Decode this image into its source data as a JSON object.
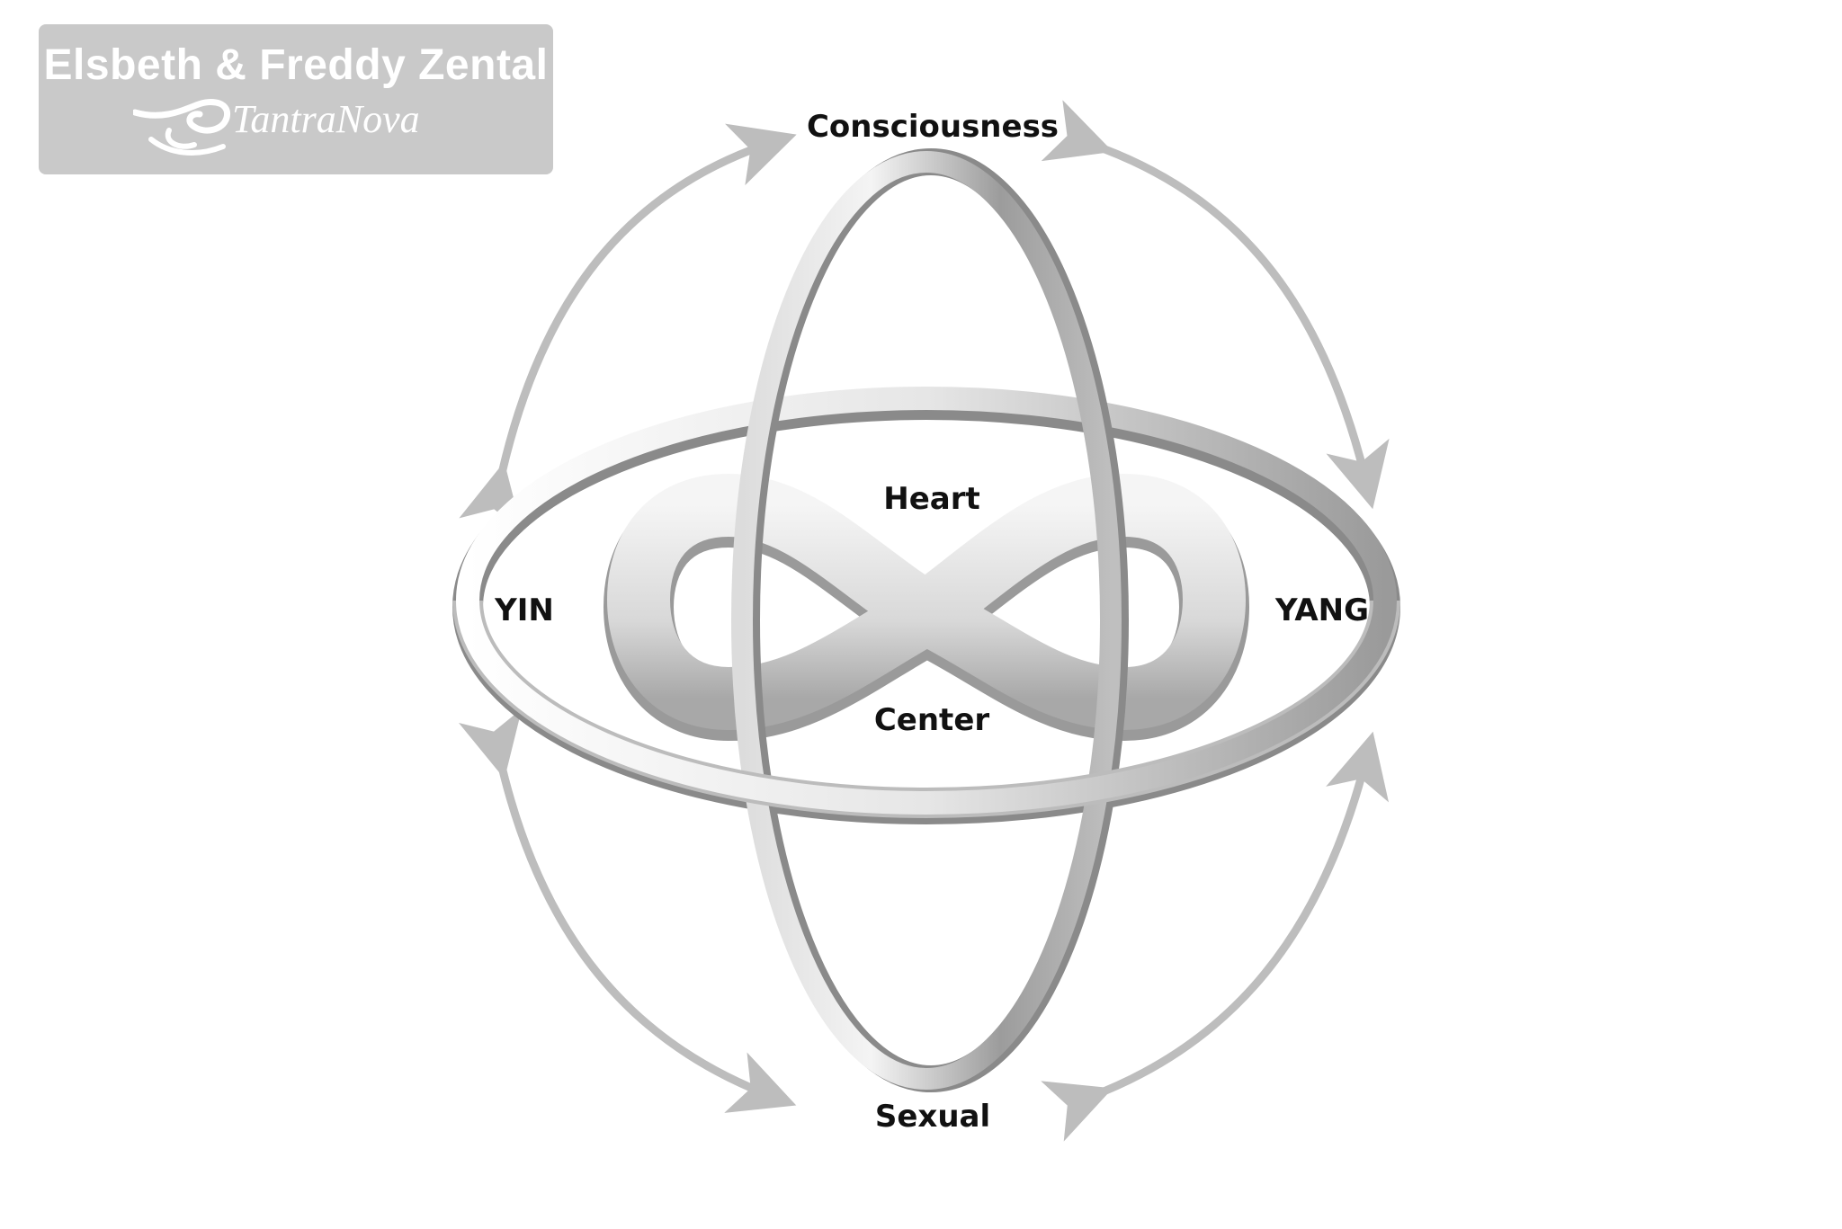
{
  "brand": {
    "title": "Elsbeth & Freddy Zental",
    "logo_text": "TantraNova"
  },
  "labels": {
    "top": "Consciousness",
    "bottom": "Sexual",
    "left": "YIN",
    "right": "YANG",
    "inner_top": "Heart",
    "inner_bottom": "Center"
  },
  "colors": {
    "arrow": "#bdbdbd",
    "ring_light": "#f2f2f2",
    "ring_dark": "#7a7a7a",
    "text": "#111111",
    "brand_box": "#c9c9c9"
  }
}
